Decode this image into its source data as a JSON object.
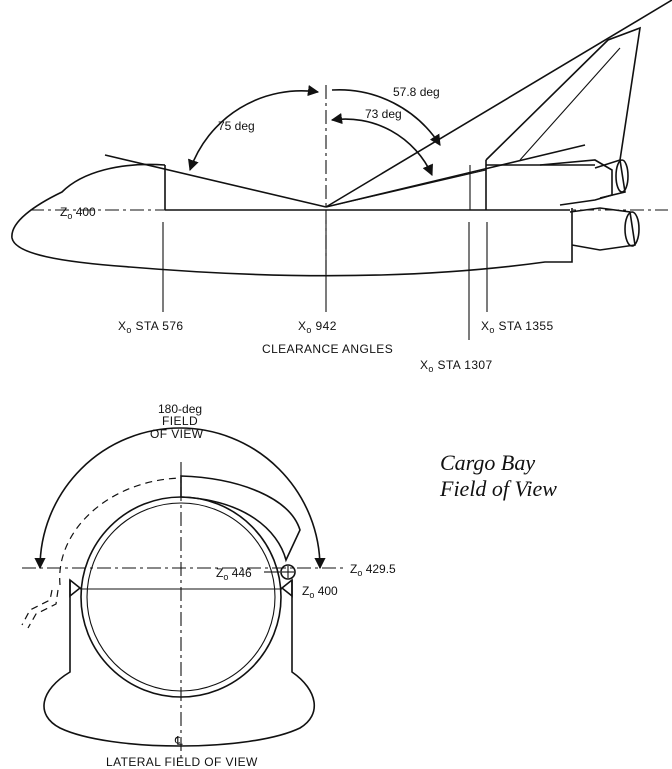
{
  "title": {
    "line1": "Cargo Bay",
    "line2": "Field of View"
  },
  "side_view": {
    "angles": {
      "forward": "75 deg",
      "aft_outer": "57.8 deg",
      "aft_inner": "73 deg"
    },
    "zo_label": {
      "prefix": "Z",
      "sub": "o",
      "value": " 400"
    },
    "stations": [
      {
        "prefix": "X",
        "sub": "o",
        "value": " STA 576"
      },
      {
        "prefix": "X",
        "sub": "o",
        "value": " 942"
      },
      {
        "prefix": "X",
        "sub": "o",
        "value": " STA 1355"
      },
      {
        "prefix": "X",
        "sub": "o",
        "value": " STA 1307"
      }
    ],
    "caption": "CLEARANCE ANGLES"
  },
  "lateral_view": {
    "fov_line1": "180-deg",
    "fov_line2": "FIELD",
    "fov_line3": "OF VIEW",
    "z446": {
      "prefix": "Z",
      "sub": "o",
      "value": " 446"
    },
    "z429": {
      "prefix": "Z",
      "sub": "o",
      "value": " 429.5"
    },
    "z400": {
      "prefix": "Z",
      "sub": "o",
      "value": " 400"
    },
    "centerline_symbol": "℄",
    "caption": "LATERAL FIELD OF VIEW"
  }
}
